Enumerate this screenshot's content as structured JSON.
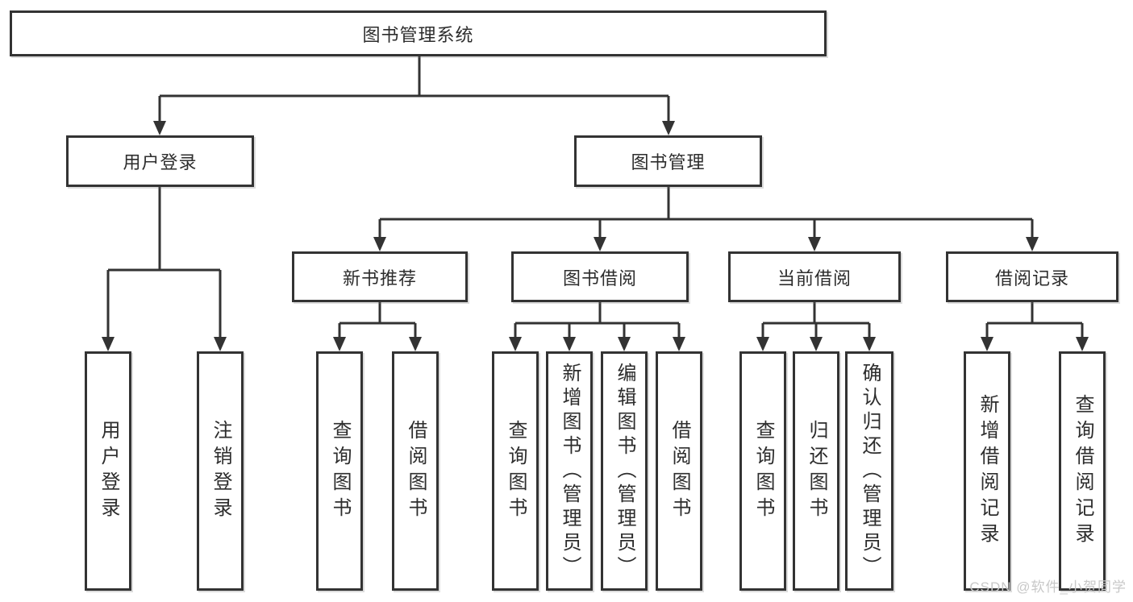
{
  "diagram": {
    "title": "图书管理系统",
    "branches": [
      {
        "label": "用户登录",
        "children": [
          "用户登录",
          "注销登录"
        ]
      },
      {
        "label": "图书管理",
        "groups": [
          {
            "label": "新书推荐",
            "children": [
              "查询图书",
              "借阅图书"
            ]
          },
          {
            "label": "图书借阅",
            "children": [
              "查询图书",
              "新增图书（管理员）",
              "编辑图书（管理员）",
              "借阅图书"
            ]
          },
          {
            "label": "当前借阅",
            "children": [
              "查询图书",
              "归还图书",
              "确认归还（管理员）"
            ]
          },
          {
            "label": "借阅记录",
            "children": [
              "新增借阅记录",
              "查询借阅记录"
            ]
          }
        ]
      }
    ]
  },
  "watermark": {
    "text": "CSDN @软件_小贺同学"
  },
  "colors": {
    "line": "#333333",
    "box_border": "#333333",
    "text": "#2d2d2d",
    "watermark": "#c8c8c8",
    "background": "#ffffff"
  }
}
